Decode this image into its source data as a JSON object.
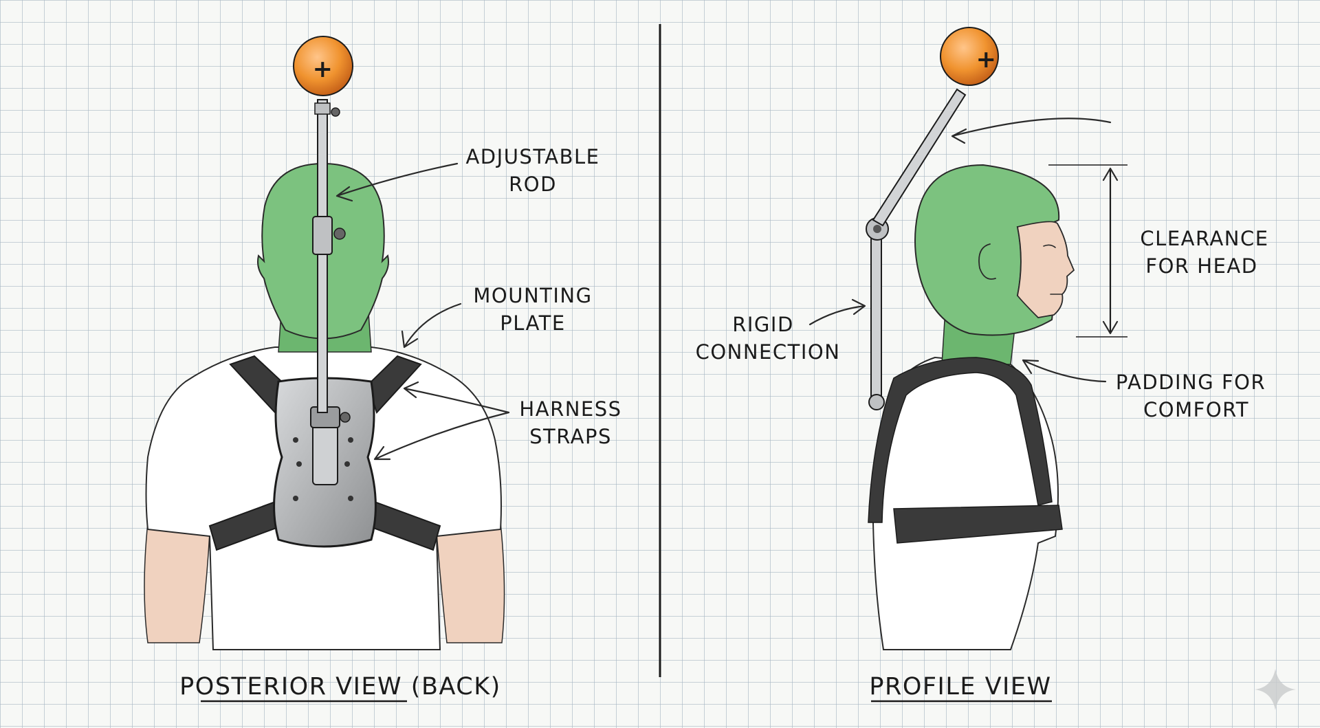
{
  "posterior_view": {
    "title": "POSTERIOR VIEW (BACK)",
    "callouts": {
      "adjustable_rod": [
        "ADJUSTABLE",
        "ROD"
      ],
      "mounting_plate": [
        "MOUNTING",
        "PLATE"
      ],
      "harness_straps": [
        "HARNESS",
        "STRAPS"
      ]
    }
  },
  "profile_view": {
    "title": "PROFILE VIEW",
    "callouts": {
      "clearance_for_head": [
        "CLEARANCE",
        "FOR HEAD"
      ],
      "rigid_connection": [
        "RIGID",
        "CONNECTION"
      ],
      "padding_for_comfort": [
        "PADDING FOR",
        "COMFORT"
      ]
    }
  },
  "marker_symbol": "+",
  "colors": {
    "grid_paper": "#f7f8f6",
    "grid_line": "#a9b8c4",
    "hood": "#7cc27f",
    "marker_ball": "#f0932f",
    "harness": "#3a3a3a",
    "plate": "#b4b6b8",
    "skin": "#f0d2bf",
    "ink": "#1b1b1b"
  }
}
